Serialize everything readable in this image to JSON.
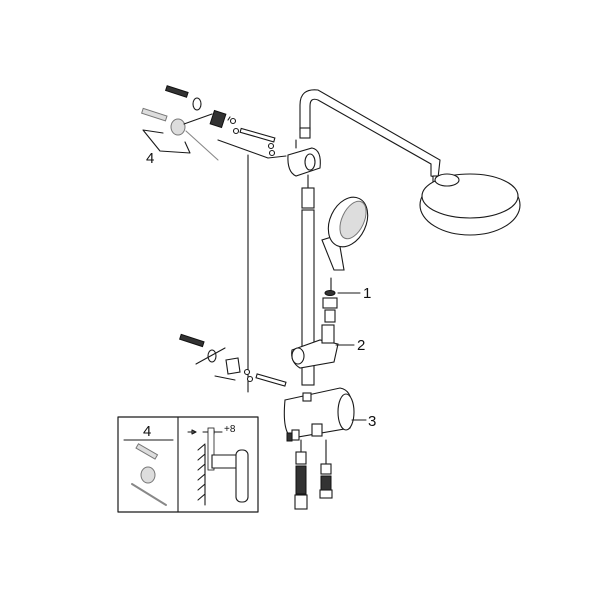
{
  "diagram": {
    "callouts": {
      "part1": "1",
      "part2": "2",
      "part3": "3",
      "part4": "4"
    },
    "inset": {
      "kit_label": "4",
      "dimension_label": "+8"
    }
  }
}
